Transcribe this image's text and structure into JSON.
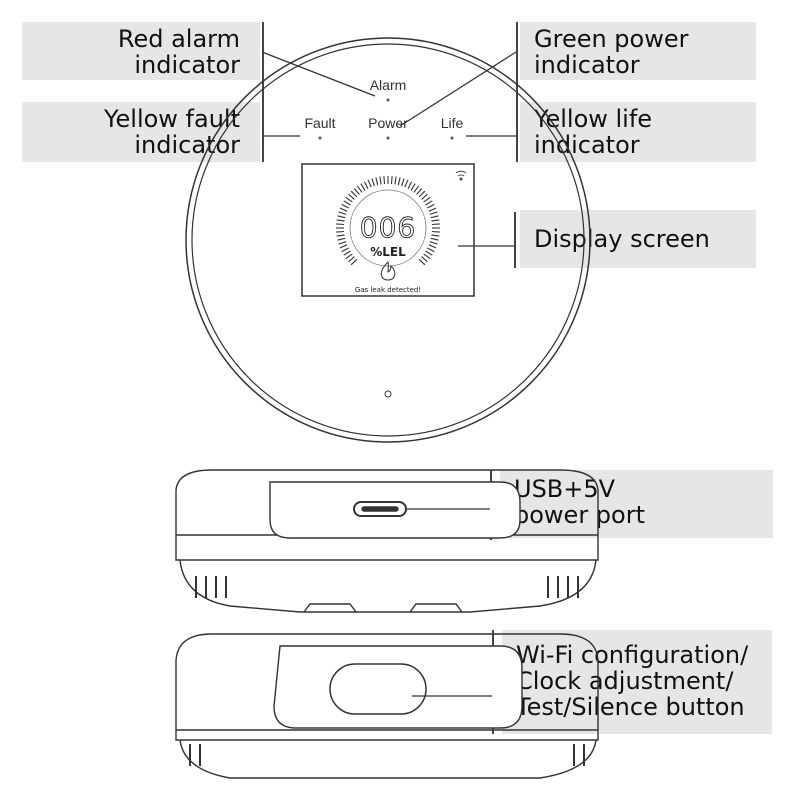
{
  "callouts": {
    "red_alarm": [
      "Red  alarm",
      "indicator"
    ],
    "green_power": [
      "Green power",
      "indicator"
    ],
    "yellow_fault": [
      "Yellow  fault",
      "indicator"
    ],
    "yellow_life": [
      "Yellow life",
      "indicator"
    ],
    "display_screen": [
      "Display screen"
    ],
    "usb_port": [
      "USB+5V",
      "power port"
    ],
    "wifi_button": [
      "Wi-Fi configuration/",
      "Clock adjustment/",
      "Test/Silence button"
    ]
  },
  "device": {
    "indicators": {
      "alarm": "Alarm",
      "fault": "Fault",
      "power": "Power",
      "life": "Life"
    },
    "screen": {
      "reading": "006",
      "unit": "%LEL",
      "message": "Gas leak detected!"
    }
  }
}
